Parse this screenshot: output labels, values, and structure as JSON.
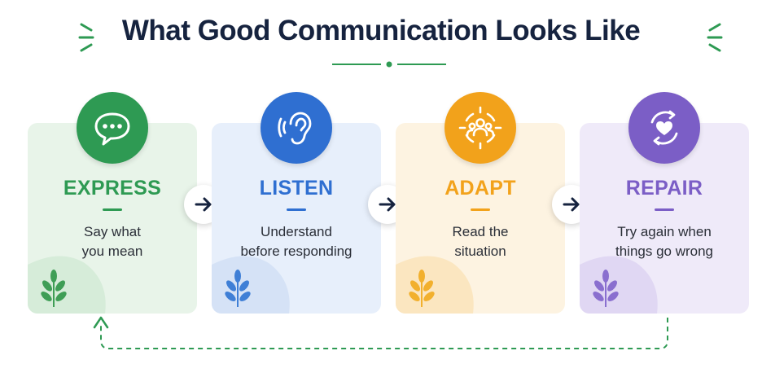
{
  "title": "What Good Communication Looks Like",
  "colors": {
    "title": "#16233f",
    "green": "#2e9a53",
    "blue": "#2f6fd1",
    "orange": "#f2a21b",
    "purple": "#7b5ec6"
  },
  "steps": [
    {
      "label": "EXPRESS",
      "desc_line1": "Say what",
      "desc_line2": "you mean",
      "icon": "speech-bubble-icon",
      "color": "#2e9a53"
    },
    {
      "label": "LISTEN",
      "desc_line1": "Understand",
      "desc_line2": "before responding",
      "icon": "ear-icon",
      "color": "#2f6fd1"
    },
    {
      "label": "ADAPT",
      "desc_line1": "Read the",
      "desc_line2": "situation",
      "icon": "people-target-icon",
      "color": "#f2a21b"
    },
    {
      "label": "REPAIR",
      "desc_line1": "Try again when",
      "desc_line2": "things go wrong",
      "icon": "heart-cycle-icon",
      "color": "#7b5ec6"
    }
  ]
}
